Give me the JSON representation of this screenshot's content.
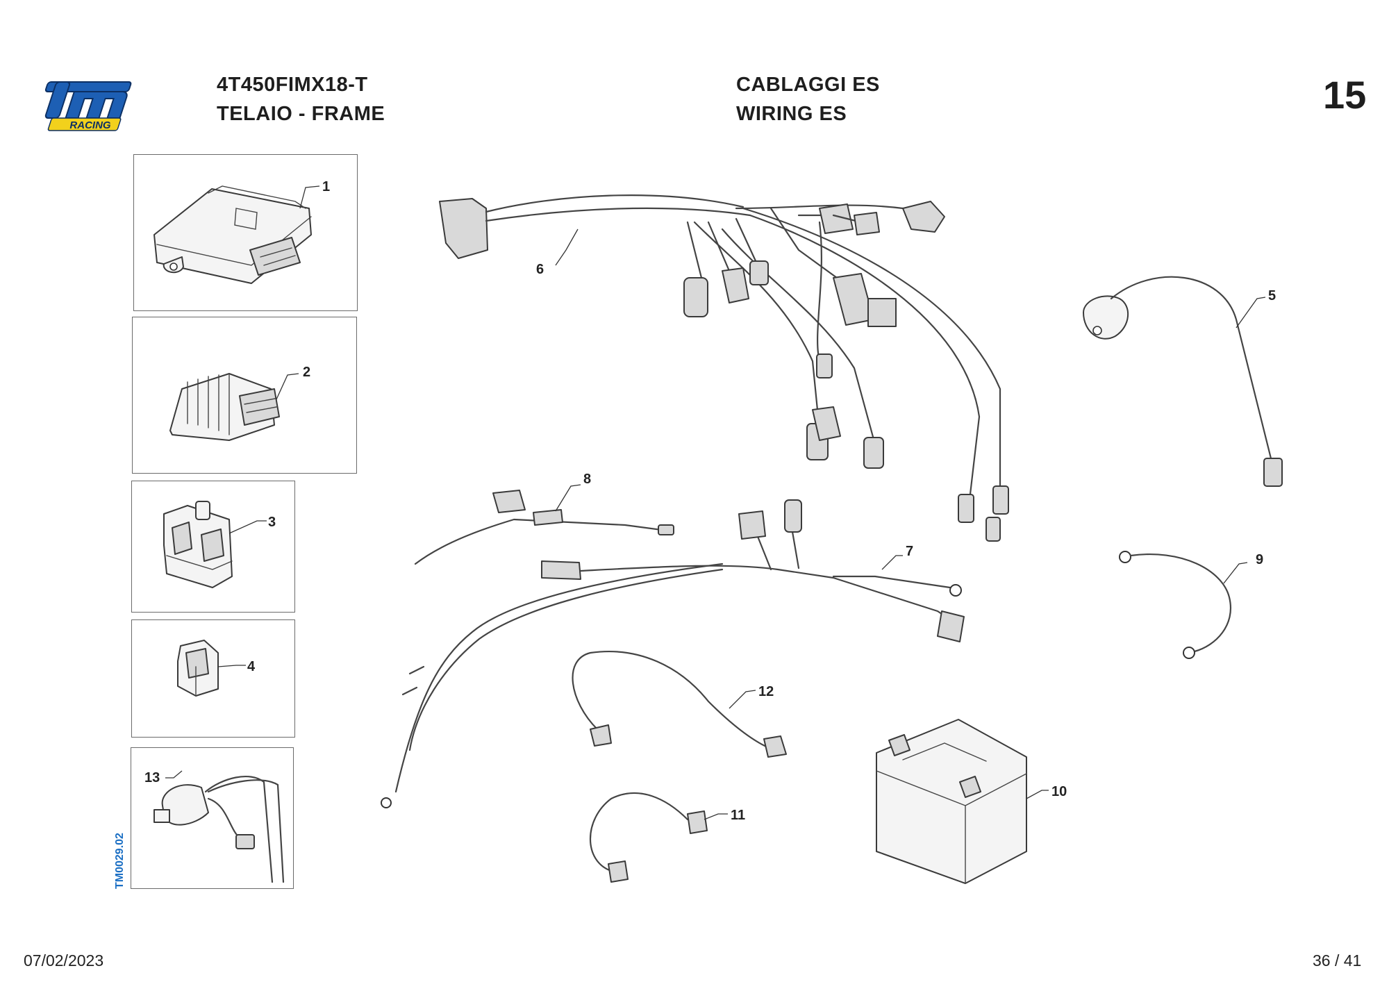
{
  "header": {
    "model_code": "4T450FIMX18-T",
    "group": "TELAIO - FRAME",
    "title_it": "CABLAGGI ES",
    "title_en": "WIRING ES",
    "table_number": "15"
  },
  "logo": {
    "brand": "tm",
    "sub": "RACING",
    "colors": {
      "main": "#1d5fb4",
      "accent": "#f2d11c"
    }
  },
  "drawing_ref": "TM0029.02",
  "callouts": {
    "c1": "1",
    "c2": "2",
    "c3": "3",
    "c4": "4",
    "c5": "5",
    "c6": "6",
    "c7": "7",
    "c8": "8",
    "c9": "9",
    "c10": "10",
    "c11": "11",
    "c12": "12",
    "c13": "13"
  },
  "footer": {
    "date": "07/02/2023",
    "page": "36 / 41"
  }
}
